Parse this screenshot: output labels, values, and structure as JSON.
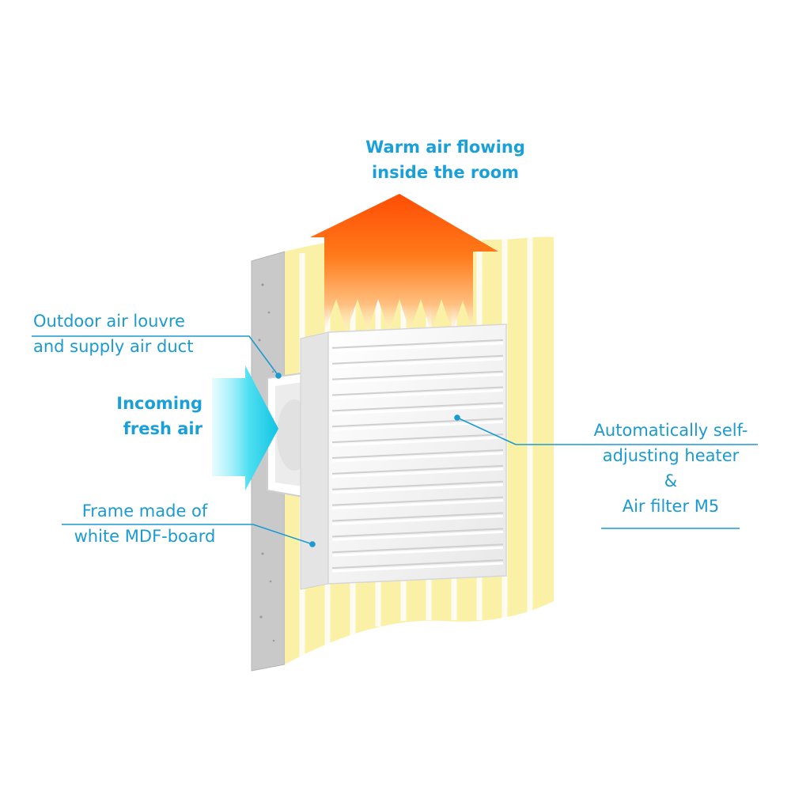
{
  "labels": {
    "warm_air": {
      "line1": "Warm air flowing",
      "line2": "inside the room"
    },
    "outdoor_louvre": {
      "line1": "Outdoor air louvre",
      "line2": "and supply air duct"
    },
    "incoming_air": {
      "line1": "Incoming",
      "line2": "fresh air"
    },
    "frame": {
      "line1": "Frame made of",
      "line2": "white MDF-board"
    },
    "heater": {
      "line1": "Automatically self-",
      "line2": "adjusting heater",
      "amp": "&",
      "line3": "Air filter M5"
    }
  },
  "colors": {
    "label_text": "#1b9ad2",
    "leader_line": "#1b9ad2",
    "wall_gray": "#cfcfcf",
    "wall_yellow": "#fbf1a6",
    "warm_arrow": "#ff5a0a",
    "cold_arrow": "#22d3ee",
    "louvre_white": "#f7f7f7"
  },
  "icons": {
    "warm_air_arrow": "up-arrow-flame-icon",
    "fresh_air_arrow": "right-arrow-icon"
  }
}
